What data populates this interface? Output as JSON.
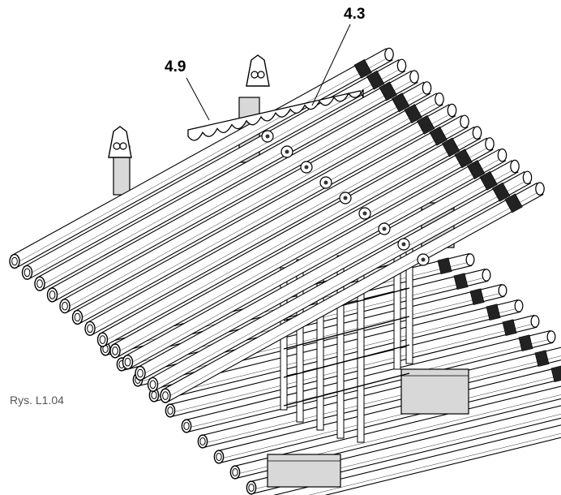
{
  "figure": {
    "caption": "Rys. L1.04",
    "callouts": [
      {
        "id": "4.3",
        "text": "4.3"
      },
      {
        "id": "4.9",
        "text": "4.9"
      }
    ]
  },
  "colors": {
    "line": "#000000",
    "tube_fill": "#ffffff",
    "shade": "#d8d8d8",
    "caption": "#555555"
  }
}
